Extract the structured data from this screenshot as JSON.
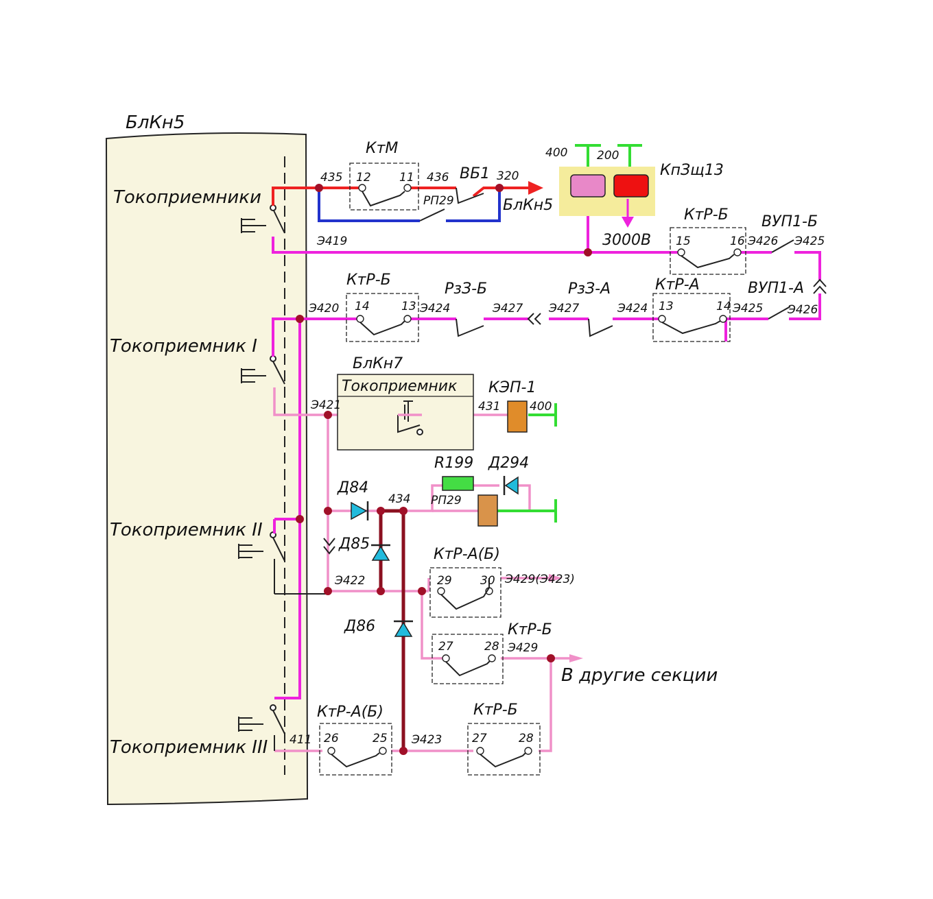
{
  "colors": {
    "panel_fill": "#f8f5df",
    "wire_magenta": "#ee22dd",
    "wire_pink": "#f090c8",
    "wire_red": "#ee2222",
    "wire_blue": "#2233cc",
    "wire_darkred": "#8b1020",
    "wire_green": "#33dd33",
    "node": "#a01028",
    "diode": "#22bbdd",
    "coil_orange": "#e08c2a",
    "resistor_green": "#44dd44",
    "kpz_yellow": "#f5ec9c",
    "kpz_pink": "#e888c8",
    "kpz_red": "#ee1111"
  },
  "panel": {
    "title": "БлКн5",
    "labels": [
      "Токоприемники",
      "Токоприемник I",
      "Токоприемник II",
      "Токоприемник III"
    ]
  },
  "top_row": {
    "ktm": {
      "name": "КтМ",
      "pin_left": "12",
      "pin_right": "11"
    },
    "wire_435": "435",
    "wire_436": "436",
    "vb1": "ВБ1",
    "wire_320": "320",
    "rp29": "РП29",
    "blkn5_out": "БлКн5",
    "kpz": {
      "name": "КпЗщ13",
      "v400": "400",
      "v200": "200",
      "v3000": "3000В"
    }
  },
  "row_e419": {
    "wire": "Э419",
    "ktr_b": {
      "name": "КтР-Б",
      "pin_left": "15",
      "pin_right": "16"
    },
    "vup1b": "ВУП1-Б",
    "w3426": "Э426",
    "w3425": "Э425"
  },
  "row_e420": {
    "wire": "Э420",
    "ktr_b": {
      "name": "КтР-Б",
      "pin_left": "14",
      "pin_right": "13"
    },
    "w3424a": "Э424",
    "rz3b": "РзЗ-Б",
    "w3427a": "Э427",
    "w3427b": "Э427",
    "rz3a": "РзЗ-А",
    "w3424b": "Э424",
    "ktr_a": {
      "name": "КтР-А",
      "pin_left": "13",
      "pin_right": "14"
    },
    "w3425": "Э425",
    "vup1a": "ВУП1-А",
    "w3426": "Э426"
  },
  "row_e421": {
    "wire": "Э421",
    "blkn7": "БлКн7",
    "blkn7_label": "Токоприемник",
    "w431": "431",
    "kep1": "КЭП-1",
    "w400": "400"
  },
  "diodes": {
    "r199": "R199",
    "d294": "Д294",
    "d84": "Д84",
    "w434": "434",
    "rp29": "РП29",
    "d85": "Д85",
    "d86": "Д86"
  },
  "row_e422": {
    "wire": "Э422",
    "ktr_ab1": {
      "name": "КтР-А(Б)",
      "pin_left": "29",
      "pin_right": "30"
    },
    "out1": "Э429(Э423)",
    "ktr_b2": {
      "name": "КтР-Б",
      "pin_left": "27",
      "pin_right": "28"
    },
    "w3429": "Э429",
    "other": "В другие секции"
  },
  "row_411": {
    "wire": "411",
    "ktr_ab": {
      "name": "КтР-А(Б)",
      "pin_left": "26",
      "pin_right": "25"
    },
    "w3423": "Э423",
    "ktr_b": {
      "name": "КтР-Б",
      "pin_left": "27",
      "pin_right": "28"
    }
  }
}
